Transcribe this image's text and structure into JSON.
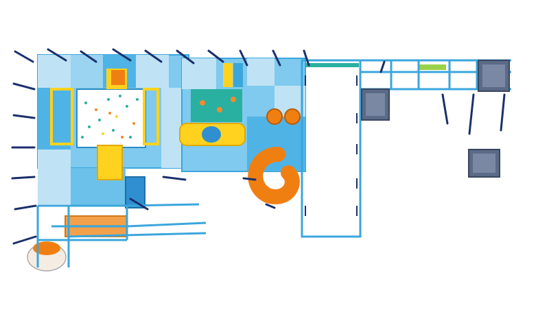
{
  "colors": {
    "background": "#ffffff",
    "frame_blue": "#3aa6dc",
    "frame_dark": "#1d6fa8",
    "pole_navy": "#1a2f6b",
    "panel_light": "#bfe3f5",
    "panel_mid": "#6cc1ea",
    "yellow": "#ffd21f",
    "orange": "#f07f12",
    "stone": "#5b6a86",
    "ball_teal": "#2ab0a0",
    "ball_orange": "#f58a2c"
  },
  "icons": [
    "ball-pit",
    "tube-slide",
    "spiral-slide",
    "stone-tower",
    "pole-post"
  ]
}
